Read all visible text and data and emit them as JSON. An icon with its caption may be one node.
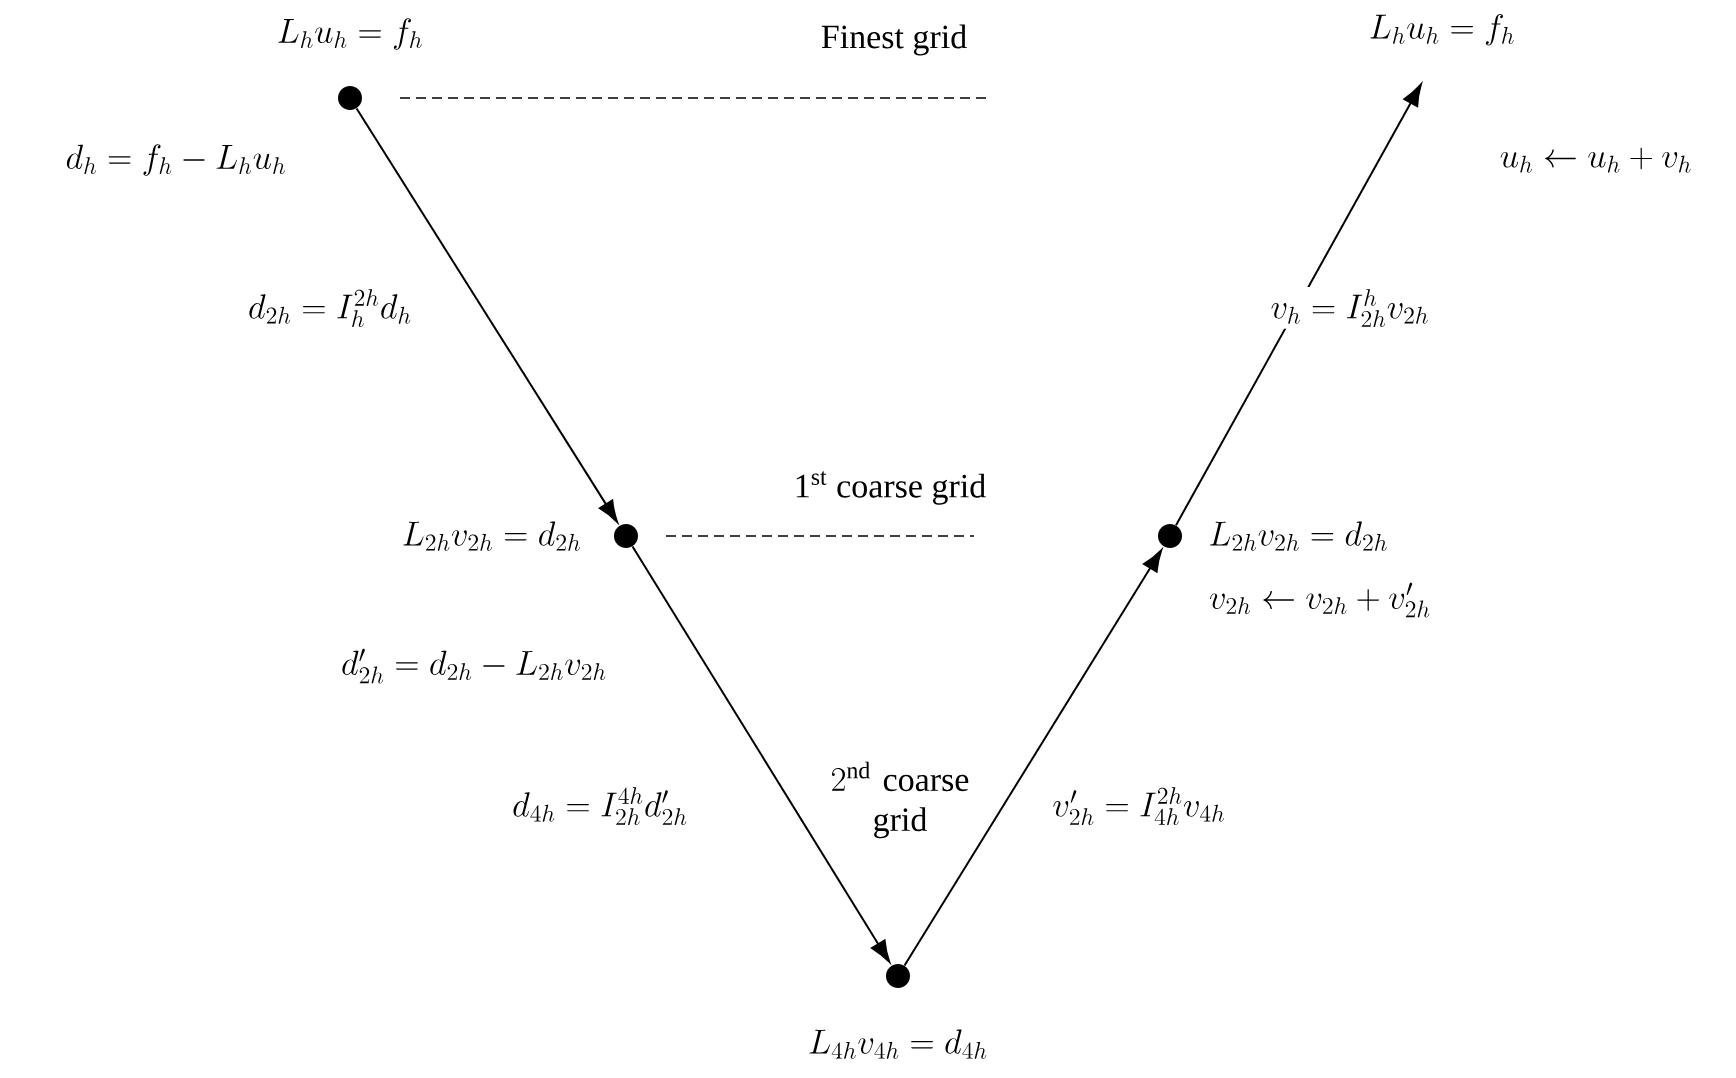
{
  "diagram": {
    "nodes": [
      {
        "text": [],
        "shape": "circle",
        "beside": [
          "d_h = f_h - L_h u_h"
        ]
      },
      {
        "text": [],
        "shape": "circle",
        "beside": [
          "L_{2h} v_{2h} = d_{2h}"
        ]
      },
      {
        "text": [],
        "shape": "circle",
        "beside": [
          "L_{4h} v_{4h} = d_{4h}"
        ]
      },
      {
        "text": [],
        "shape": "circle",
        "beside": [
          "L_{2h} v_{2h} = d_{2h}",
          "v_{2h} \\leftarrow v_{2h} + v'_{2h}"
        ]
      },
      {
        "text": [
          "L_h u_h = f_h"
        ]
      }
    ],
    "edges": [
      {
        "from": 0,
        "to": 1,
        "arrow": "to",
        "label": "d_{2h} = I_h^{2h} d_h"
      },
      {
        "from": 1,
        "to": 2,
        "arrow": "to",
        "label": "d_{4h} = I_{2h}^{4h} d'_{2h}"
      },
      {
        "from": 2,
        "to": 3,
        "arrow": "to",
        "label": "v'_{2h} = I_{4h}^{2h} v_{4h}"
      },
      {
        "from": 3,
        "to": 4,
        "arrow": "to",
        "label": "v_h = I_{2h}^{h} v_{2h}"
      }
    ],
    "labels": [
      "L_h u_h = f_h",
      "Finest grid",
      "u_h \\leftarrow u_h + v_h",
      "1$^{st}$ coarse grid",
      "d'_{2h} = d_{2h} - L_{2h} v_{2h}",
      "2^{\\mathrm{nd}}\\ \\mathrm{coarse}\\allowbreak\\ \\mathrm{grid}"
    ]
  }
}
